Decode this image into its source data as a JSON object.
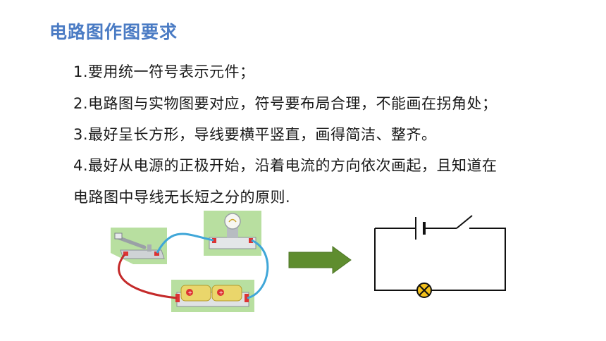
{
  "slide": {
    "title": "电路图作图要求",
    "rules": [
      "1.要用统一符号表示元件；",
      "2.电路图与实物图要对应，符号要布局合理，不能画在拐角处；",
      "3.最好呈长方形，导线要横平竖直，画得简洁、整齐。",
      "4.最好从电源的正极开始，沿着电流的方向依次画起，且知道在",
      "电路图中导线无长短之分的原则."
    ]
  },
  "colors": {
    "title": "#4a7bc4",
    "panel_green": "#b8dfa0",
    "arrow_green": "#5f8d2f",
    "wire_blue": "#3fa6d8",
    "wire_red": "#c42a2a",
    "battery_yellow": "#ead66b",
    "lamp_yellow": "#f4c21c"
  },
  "icons": {
    "photo": "physical-circuit-illustration",
    "arrow": "right-arrow-icon",
    "schematic": "circuit-diagram"
  }
}
